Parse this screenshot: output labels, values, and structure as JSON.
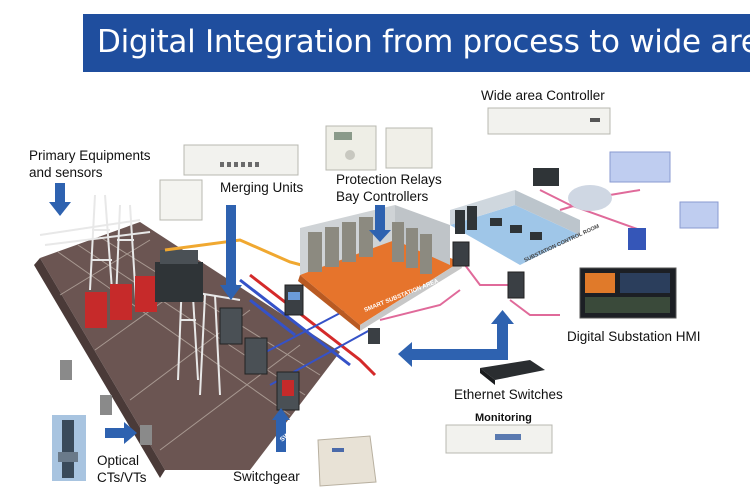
{
  "title": "Digital Integration from process to wide area",
  "labels": {
    "primary_line1": "Primary Equipments",
    "primary_line2": "and sensors",
    "merging_units": "Merging Units",
    "protection_line1": "Protection Relays",
    "protection_line2": "Bay Controllers",
    "wide_area": "Wide area Controller",
    "hmi": "Digital Substation HMI",
    "ethernet": "Ethernet Switches",
    "monitoring": "Monitoring",
    "optical_line1": "Optical",
    "optical_line2": "CTs/VTs",
    "switchgear": "Switchgear",
    "switch_yard": "SWITCH YARD",
    "smart_area": "SMART SUBSTATION AREA",
    "control_room": "SUBSTATION CONTROL ROOM"
  },
  "colors": {
    "title_bg": "#1f4e9e",
    "arrow": "#2e62b0",
    "fiber_orange": "#f0a830",
    "fiber_red": "#d42a2a",
    "fiber_blue": "#3552c8",
    "fiber_pink": "#e06a9a"
  }
}
